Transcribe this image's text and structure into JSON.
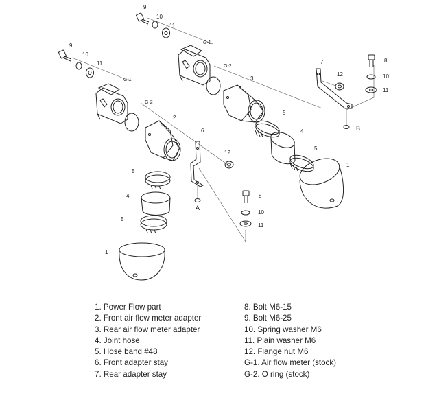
{
  "legend": {
    "left": [
      "1. Power Flow part",
      "2. Front air flow meter adapter",
      "3. Rear air flow meter adapter",
      "4. Joint hose",
      "5. Hose band #48",
      "6. Front adapter stay",
      "7. Rear adapter stay"
    ],
    "right": [
      "8. Bolt M6-15",
      "9. Bolt M6-25",
      "10. Spring washer M6",
      "11. Plain washer M6",
      "12. Flange nut M6",
      "G-1. Air flow meter (stock)",
      "G-2. O ring (stock)"
    ]
  },
  "callouts": {
    "n1": "1",
    "n2": "2",
    "n3": "3",
    "n4": "4",
    "n5": "5",
    "n6": "6",
    "n7": "7",
    "n8": "8",
    "n9": "9",
    "n10": "10",
    "n11": "11",
    "n12": "12",
    "g1": "G-1",
    "g2": "G-2",
    "a": "A",
    "b": "B"
  }
}
